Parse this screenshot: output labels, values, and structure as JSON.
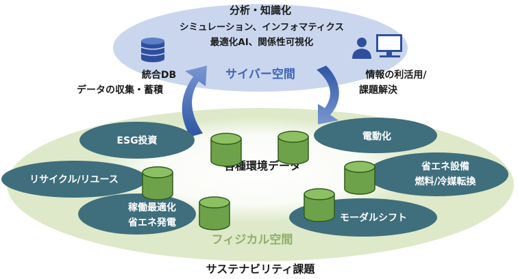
{
  "cyber": {
    "title": "分析・知識化",
    "line1": "シミュレーション、インフォマティクス",
    "line2": "最適化AI、関係性可視化",
    "space_label": "サイバー空間",
    "left_line1": "統合DB",
    "left_line2": "データの収集・蓄積",
    "right_line1": "情報の利活用/",
    "right_line2": "課題解決"
  },
  "physical": {
    "center_label": "各種環境データ",
    "space_label": "フィジカル空間",
    "items": {
      "esg": "ESG投資",
      "electric": "電動化",
      "recycle": "リサイクル/リユース",
      "energy_line1": "省エネ設備",
      "energy_line2": "燃料/冷媒転換",
      "operation_line1": "稼働最適化",
      "operation_line2": "省エネ発電",
      "modal": "モーダルシフト"
    }
  },
  "footer": {
    "title": "サステナビリティ課題"
  },
  "colors": {
    "cyber_fill": "#c9d6ee",
    "cyber_text": "#3f63b8",
    "physical_fill": "#dde9c8",
    "physical_inner": "#f1f6e9",
    "physical_text": "#8fae6a",
    "pill": "#3f6e7c",
    "cylinder": "#6ea24a",
    "arrow": "#4a6fb8"
  }
}
